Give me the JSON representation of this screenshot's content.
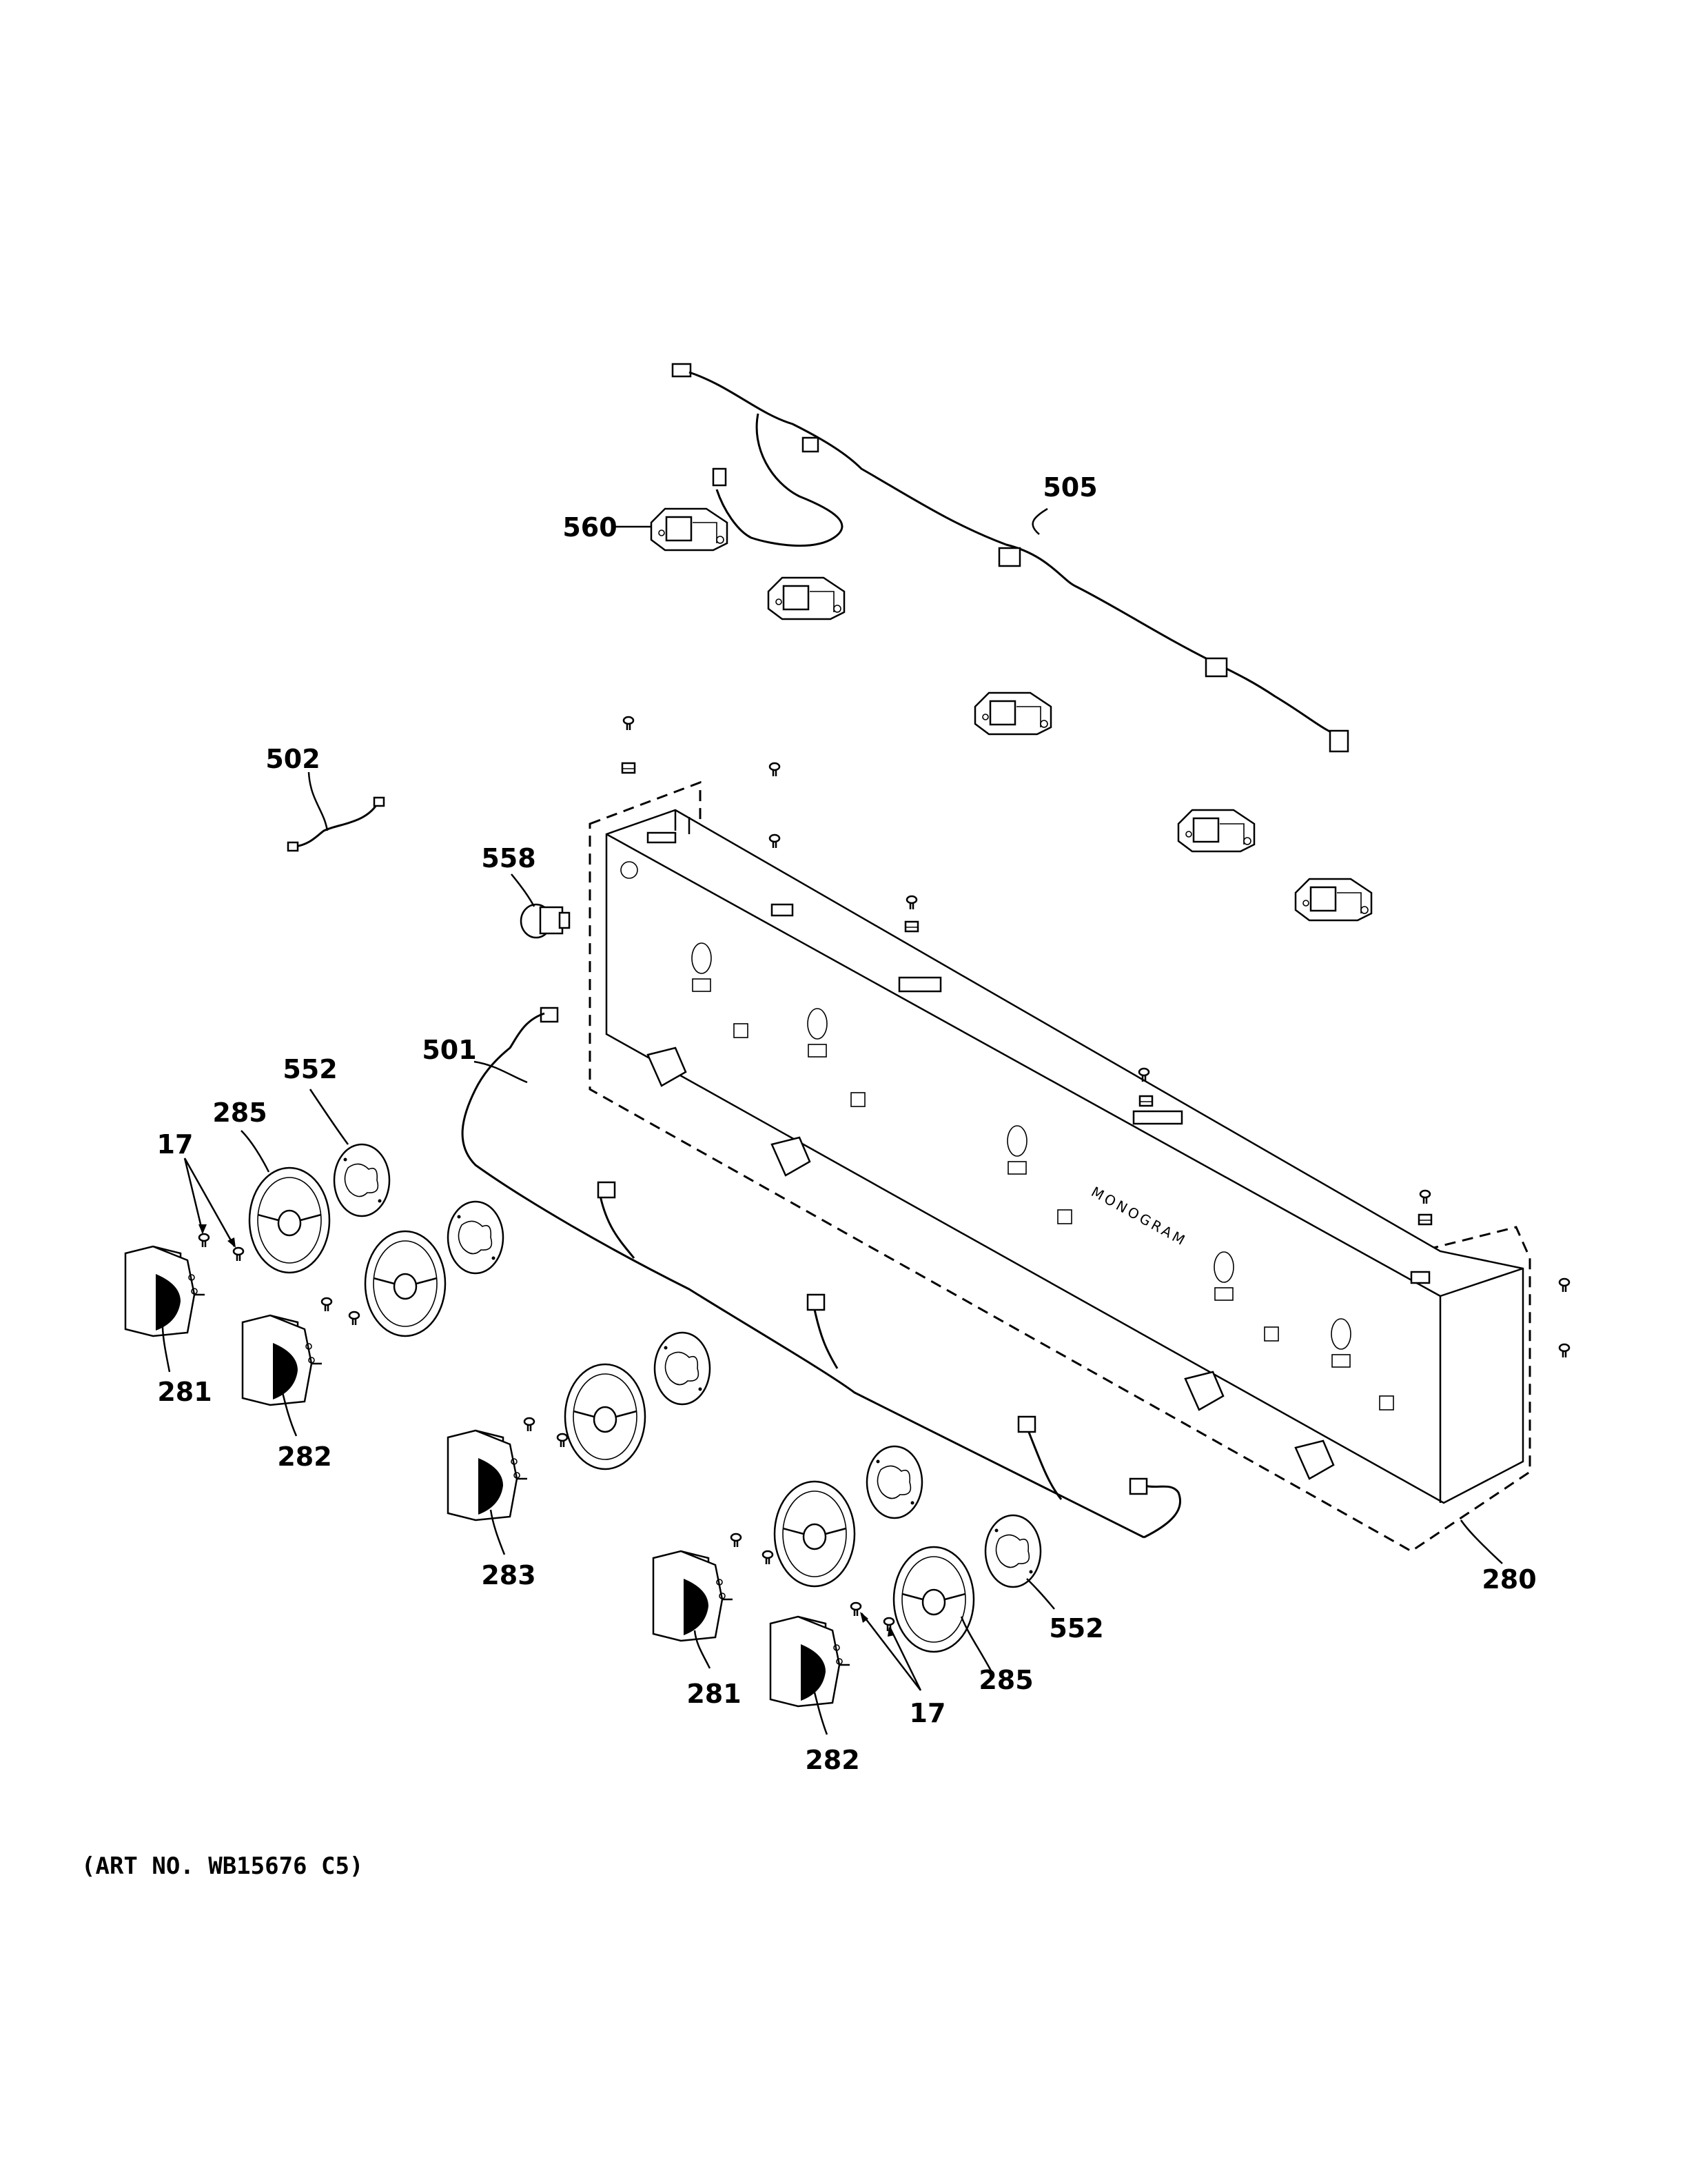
{
  "diagram": {
    "art_number": "(ART NO. WB15676 C5)",
    "brand_mark": "MONOGRAM",
    "callouts": [
      {
        "id": "c505",
        "label": "505"
      },
      {
        "id": "c560",
        "label": "560"
      },
      {
        "id": "c502",
        "label": "502"
      },
      {
        "id": "c558",
        "label": "558"
      },
      {
        "id": "c501",
        "label": "501"
      },
      {
        "id": "c552a",
        "label": "552"
      },
      {
        "id": "c285a",
        "label": "285"
      },
      {
        "id": "c17a",
        "label": "17"
      },
      {
        "id": "c281a",
        "label": "281"
      },
      {
        "id": "c282a",
        "label": "282"
      },
      {
        "id": "c283",
        "label": "283"
      },
      {
        "id": "c281b",
        "label": "281"
      },
      {
        "id": "c282b",
        "label": "282"
      },
      {
        "id": "c17b",
        "label": "17"
      },
      {
        "id": "c285b",
        "label": "285"
      },
      {
        "id": "c552b",
        "label": "552"
      },
      {
        "id": "c280",
        "label": "280"
      }
    ]
  }
}
